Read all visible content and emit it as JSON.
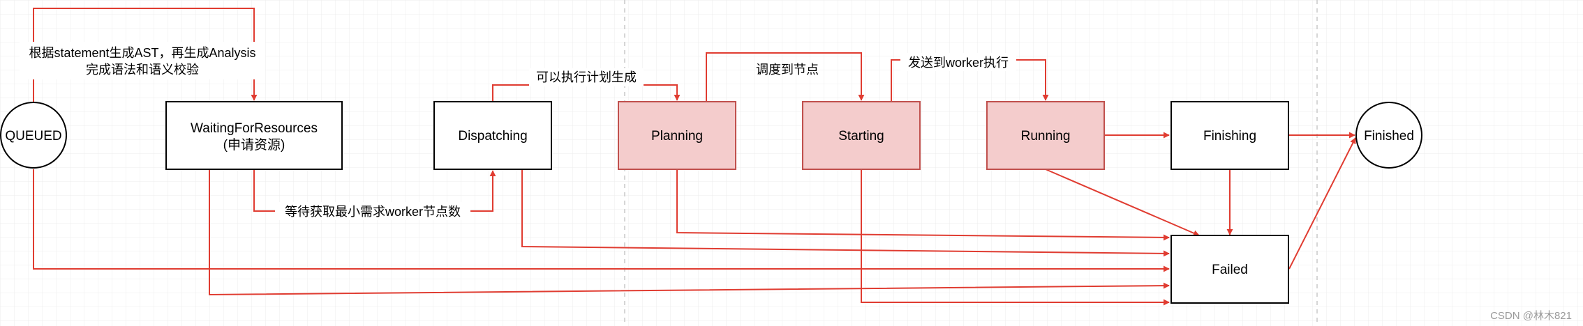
{
  "diagram": {
    "colors": {
      "edge": "#e03c31",
      "node_border": "#000000",
      "highlight_fill": "#f4cccc",
      "highlight_border": "#c0504d",
      "grid": "#e6e6e6"
    },
    "nodes": {
      "queued": {
        "label": "QUEUED",
        "shape": "circle"
      },
      "waiting": {
        "line1": "WaitingForResources",
        "line2": "(申请资源)",
        "shape": "rect"
      },
      "dispatching": {
        "label": "Dispatching",
        "shape": "rect"
      },
      "planning": {
        "label": "Planning",
        "shape": "rect",
        "highlight": true
      },
      "starting": {
        "label": "Starting",
        "shape": "rect",
        "highlight": true
      },
      "running": {
        "label": "Running",
        "shape": "rect",
        "highlight": true
      },
      "finishing": {
        "label": "Finishing",
        "shape": "rect"
      },
      "finished": {
        "label": "Finished",
        "shape": "circle"
      },
      "failed": {
        "label": "Failed",
        "shape": "rect"
      }
    },
    "edge_labels": {
      "queued_to_waiting_line1": "根据statement生成AST，再生成Analysis",
      "queued_to_waiting_line2": "完成语法和语义校验",
      "waiting_to_dispatching": "等待获取最小需求worker节点数",
      "dispatching_to_planning": "可以执行计划生成",
      "planning_to_starting": "调度到节点",
      "starting_to_running": "发送到worker执行"
    },
    "watermark": "CSDN @林木821"
  }
}
